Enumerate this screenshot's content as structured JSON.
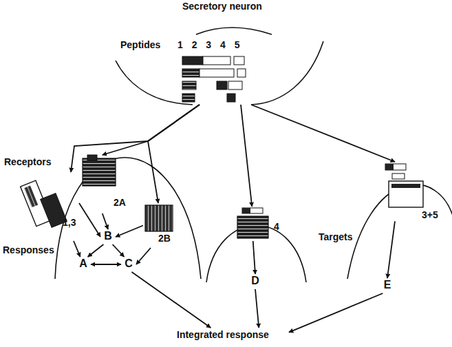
{
  "diagram": {
    "nodes": [
      {
        "text": [
          "Secretory neuron",
          "Peptides",
          "1 2 3 4 5"
        ]
      },
      {
        "text": [
          "1,3"
        ]
      },
      {
        "text": [
          "2A"
        ]
      },
      {
        "text": [
          "2B"
        ]
      },
      {
        "text": [
          "A"
        ]
      },
      {
        "text": [
          "B"
        ]
      },
      {
        "text": [
          "C"
        ]
      },
      {
        "text": [
          "4"
        ]
      },
      {
        "text": [
          "D"
        ]
      },
      {
        "text": [
          "3+5"
        ]
      },
      {
        "text": [
          "E"
        ]
      },
      {
        "text": [
          "Integrated response"
        ]
      }
    ],
    "edges": [
      {
        "from": 0,
        "to": 1,
        "arrow": "to"
      },
      {
        "from": 0,
        "to": 2,
        "arrow": "to"
      },
      {
        "from": 0,
        "to": 3,
        "arrow": "to"
      },
      {
        "from": 0,
        "to": 7,
        "arrow": "to"
      },
      {
        "from": 0,
        "to": 9,
        "arrow": "to"
      },
      {
        "from": 1,
        "to": 5,
        "arrow": "to"
      },
      {
        "from": 1,
        "to": 4,
        "arrow": "to"
      },
      {
        "from": 2,
        "to": 5,
        "arrow": "to"
      },
      {
        "from": 3,
        "to": 5,
        "arrow": "to"
      },
      {
        "from": 3,
        "to": 6,
        "arrow": "to"
      },
      {
        "from": 5,
        "to": 4,
        "arrow": "to"
      },
      {
        "from": 5,
        "to": 6,
        "arrow": "to"
      },
      {
        "from": 4,
        "to": 6,
        "arrow": "both"
      },
      {
        "from": 6,
        "to": 11,
        "arrow": "to"
      },
      {
        "from": 7,
        "to": 8,
        "arrow": "to"
      },
      {
        "from": 8,
        "to": 11,
        "arrow": "to"
      },
      {
        "from": 9,
        "to": 10,
        "arrow": "to"
      },
      {
        "from": 10,
        "to": 11,
        "arrow": "to"
      }
    ],
    "labels": [
      "Receptors",
      "Responses",
      "Targets"
    ]
  }
}
